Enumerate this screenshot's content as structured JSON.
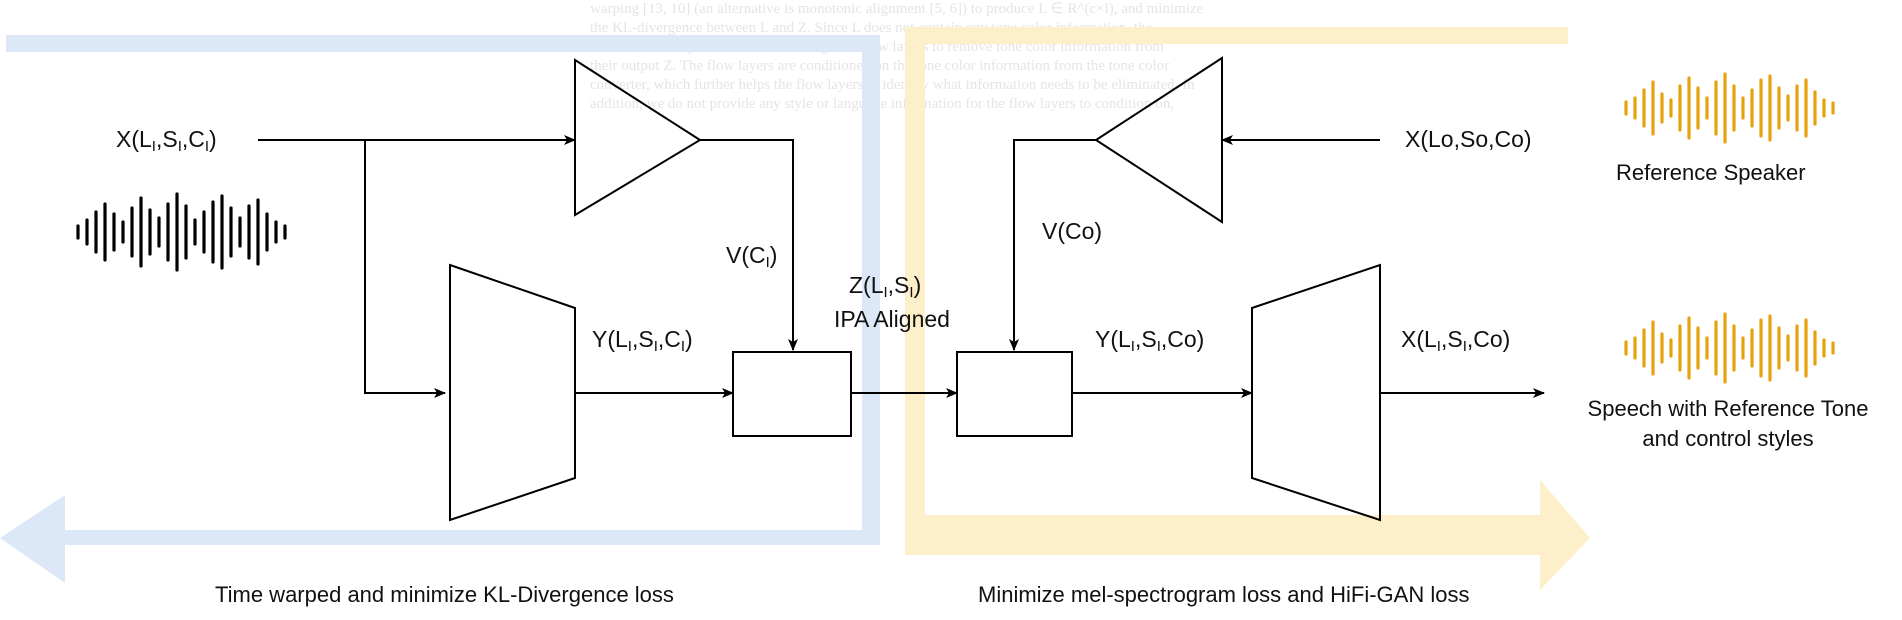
{
  "colors": {
    "blue_arrow": "#dce8f8",
    "orange_arrow": "#fdefc9",
    "stroke": "#000000",
    "wave_black": "#000000",
    "wave_gold": "#e6a20d"
  },
  "icons": {
    "input_wave": "waveform-icon",
    "reference_wave": "waveform-icon",
    "output_wave": "waveform-icon"
  },
  "labels": {
    "input": {
      "base": "X(L",
      "s1": "I",
      "mid1": ",S",
      "s2": "I",
      "mid2": ",C",
      "s3": "I",
      "end": ")"
    },
    "v_ci": {
      "base": "V(C",
      "s1": "I",
      "end": ")"
    },
    "z": {
      "base": "Z(L",
      "s1": "I",
      "mid1": ",S",
      "s2": "I",
      "end": ")"
    },
    "ipa": "IPA Aligned",
    "y_left": {
      "base": "Y(L",
      "s1": "I",
      "mid1": ",S",
      "s2": "I",
      "mid2": ",C",
      "s3": "I",
      "end": ")"
    },
    "ref_input": "X(Lo,So,Co)",
    "v_co": "V(Co)",
    "y_right": {
      "base": "Y(L",
      "s1": "I",
      "mid1": ",S",
      "s2": "I",
      "end": ",Co)"
    },
    "output": {
      "base": "X(L",
      "s1": "I",
      "mid1": ",S",
      "s2": "I",
      "end": ",Co)"
    },
    "reference_speaker": "Reference Speaker",
    "speech_out_line1": "Speech with Reference Tone",
    "speech_out_line2": "and control styles",
    "loss_left": "Time warped and minimize KL-Divergence loss",
    "loss_right": "Minimize mel-spectrogram loss and HiFi-GAN loss"
  },
  "background_text": [
    "warping [13, 10] (an alternative is monotonic alignment [5, 6]) to produce L ∈ R^(c×l), and minimize",
    "the KL-divergence between L and Z. Since L does not contain any tone color information, the",
    "minimization objective would encourage the flow layers to remove tone color information from",
    "their output Z. The flow layers are conditioned on the tone color information from the tone color",
    "converter, which further helps the flow layers to identify what information needs to be eliminated. In",
    "addition, we do not provide any style or language information for the flow layers to condition on,"
  ]
}
